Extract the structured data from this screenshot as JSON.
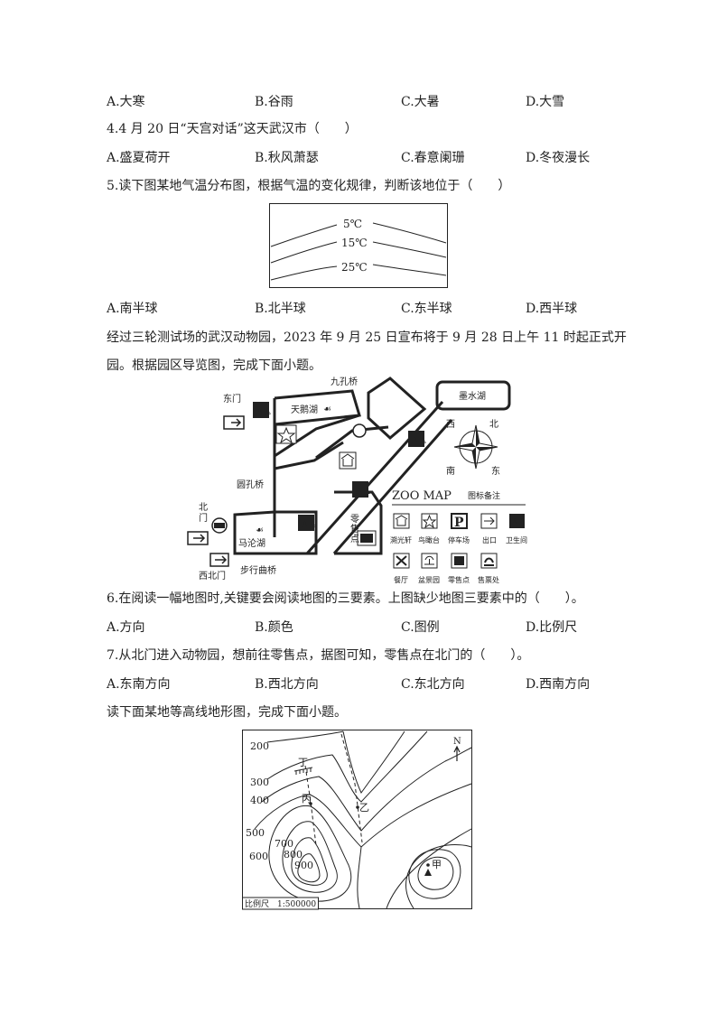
{
  "q3": {
    "options": [
      "A.大寒",
      "B.谷雨",
      "C.大暑",
      "D.大雪"
    ]
  },
  "q4": {
    "stem": "4.4 月 20 日“天宫对话”这天武汉市（　　）",
    "options": [
      "A.盛夏荷开",
      "B.秋风萧瑟",
      "C.春意阑珊",
      "D.冬夜漫长"
    ]
  },
  "q5": {
    "stem": "5.读下图某地气温分布图，根据气温的变化规律，判断该地位于（　　）",
    "figure_labels": [
      "5℃",
      "15℃",
      "25℃"
    ],
    "options": [
      "A.南半球",
      "B.北半球",
      "C.东半球",
      "D.西半球"
    ]
  },
  "zoo": {
    "intro_line1": "经过三轮测试场的武汉动物园，2023 年 9 月 25 日宣布将于 9 月 28 日上午 11 时起正式开",
    "intro_line2": "园。根据园区导览图，完成下面小题。",
    "map": {
      "jiukong": "九孔桥",
      "east_gate": "东门",
      "tiane": "天鹅湖",
      "moshui": "墨水湖",
      "yuankong": "圆孔桥",
      "north_gate_1": "北",
      "north_gate_2": "门",
      "malun": "马沦湖",
      "west_north_gate": "西北门",
      "buxing": "步行曲桥",
      "retail_1": "零",
      "retail_2": "售",
      "retail_3": "点",
      "compass": {
        "w": "西",
        "n": "北",
        "s": "南",
        "e": "东"
      },
      "legend_title": "ZOO MAP",
      "legend_subtitle": "图标备注",
      "legend_row1": [
        "溯光轩",
        "鸟瞰台",
        "停车场",
        "出口",
        "卫生间"
      ],
      "legend_row2": [
        "餐厅",
        "盆景园",
        "零售点",
        "售票处"
      ],
      "parking_letter": "P"
    }
  },
  "q6": {
    "stem": "6.在阅读一幅地图时,关键要会阅读地图的三要素。上图缺少地图三要素中的（　　）。",
    "options": [
      "A.方向",
      "B.颜色",
      "C.图例",
      "D.比例尺"
    ]
  },
  "q7": {
    "stem": "7.从北门进入动物园，想前往零售点，据图可知，零售点在北门的（　　）。",
    "options": [
      "A.东南方向",
      "B.西北方向",
      "C.东北方向",
      "D.西南方向"
    ]
  },
  "contour": {
    "intro": "读下面某地等高线地形图，完成下面小题。",
    "labels": [
      "200",
      "300",
      "400",
      "500",
      "600",
      "700",
      "800",
      "900"
    ],
    "points": {
      "ding": "丁",
      "bing": "丙",
      "yi": "乙",
      "jia": "甲"
    },
    "north": "N",
    "scale": "比例尺　1:500000"
  }
}
